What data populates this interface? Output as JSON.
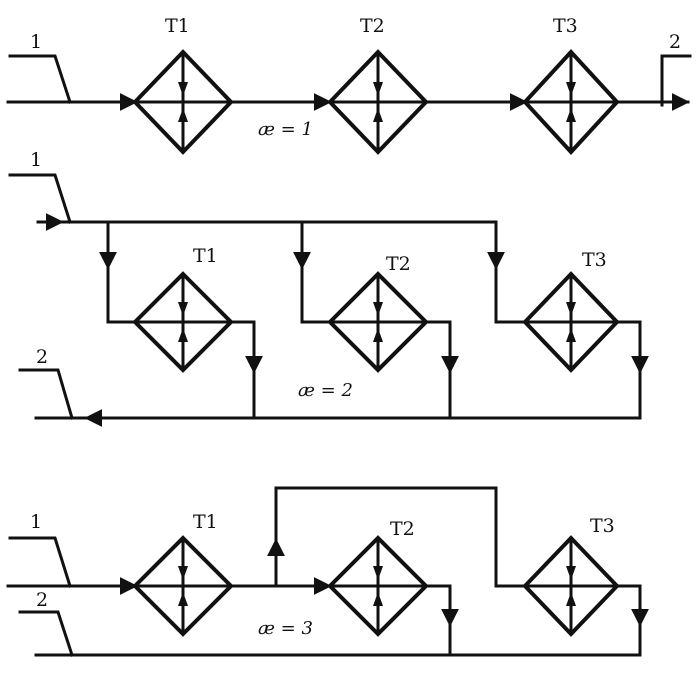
{
  "diagram": {
    "scheme1": {
      "exchangers": [
        "T1",
        "T2",
        "T3"
      ],
      "inlet": "1",
      "outlet": "2",
      "coefficient": "æ = 1"
    },
    "scheme2": {
      "exchangers": [
        "T1",
        "T2",
        "T3"
      ],
      "inlet": "1",
      "outlet": "2",
      "coefficient": "æ = 2"
    },
    "scheme3": {
      "exchangers": [
        "T1",
        "T2",
        "T3"
      ],
      "inlet": "1",
      "outlet": "2",
      "coefficient": "æ = 3"
    }
  }
}
